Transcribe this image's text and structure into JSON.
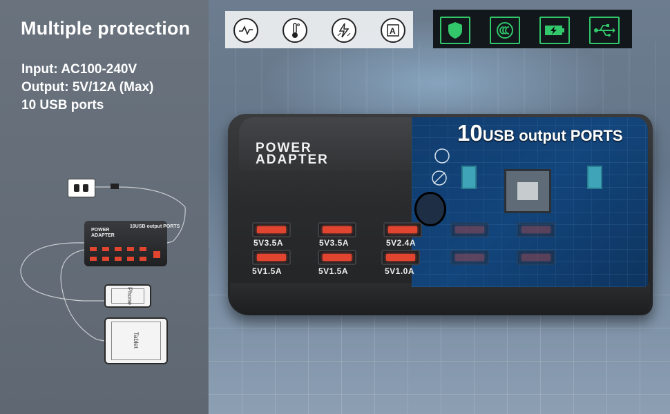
{
  "headline": "Multiple protection",
  "specs": {
    "input": "Input: AC100-240V",
    "output": "Output: 5V/12A (Max)",
    "ports": "10 USB ports"
  },
  "protection_icons": [
    "pulse-wave-icon",
    "thermometer-icon",
    "short-circuit-bolt-icon",
    "overcurrent-A-icon"
  ],
  "feature_icons": [
    "shield-icon",
    "ccc-certification-icon",
    "battery-charging-icon",
    "usb-symbol-icon"
  ],
  "colors": {
    "accent_green": "#31c76a",
    "port_red": "#e2452f",
    "pcb_blue": "#114780"
  },
  "adapter": {
    "title_line1": "POWER",
    "title_line2": "ADAPTER",
    "ports_header_num": "10",
    "ports_header_text": "USB output PORTS",
    "port_labels": [
      "5V3.5A",
      "5V3.5A",
      "5V2.4A",
      "5V1.5A",
      "5V1.5A",
      "5V1.0A"
    ]
  },
  "diagram": {
    "mini_title1": "POWER",
    "mini_title2": "ADAPTER",
    "mini_header": "10USB output PORTS",
    "phone_label": "Phone",
    "tablet_label": "Tablet"
  }
}
